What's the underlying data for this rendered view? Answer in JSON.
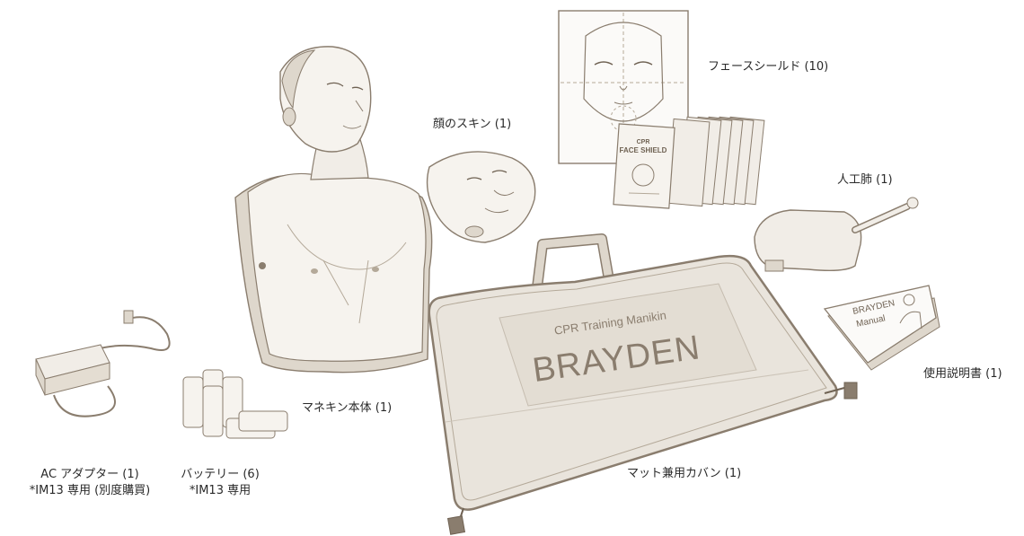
{
  "labels": {
    "face_shield": "フェースシールド (10)",
    "face_skin": "顔のスキン (1)",
    "lung": "人工肺 (1)",
    "manikin": "マネキン本体 (1)",
    "manual": "使用説明書 (1)",
    "bag": "マット兼用カバン (1)",
    "ac_adapter": "AC アダプター (1)",
    "ac_adapter_note": "*IM13 専用 (別度購買)",
    "battery": "バッテリー (6)",
    "battery_note": "*IM13 専用"
  },
  "bag_print": {
    "subtitle": "CPR Training Manikin",
    "brand": "BRAYDEN"
  },
  "face_shield_pack": {
    "line1": "CPR",
    "line2": "FACE SHIELD"
  },
  "manual_cover": {
    "brand": "BRAYDEN",
    "title": "Manual"
  },
  "colors": {
    "line": "#8a7d6e",
    "fill": "#f1ede7",
    "shade": "#ded7cc",
    "dark": "#6f6253",
    "bag": "#e9e4dc"
  }
}
